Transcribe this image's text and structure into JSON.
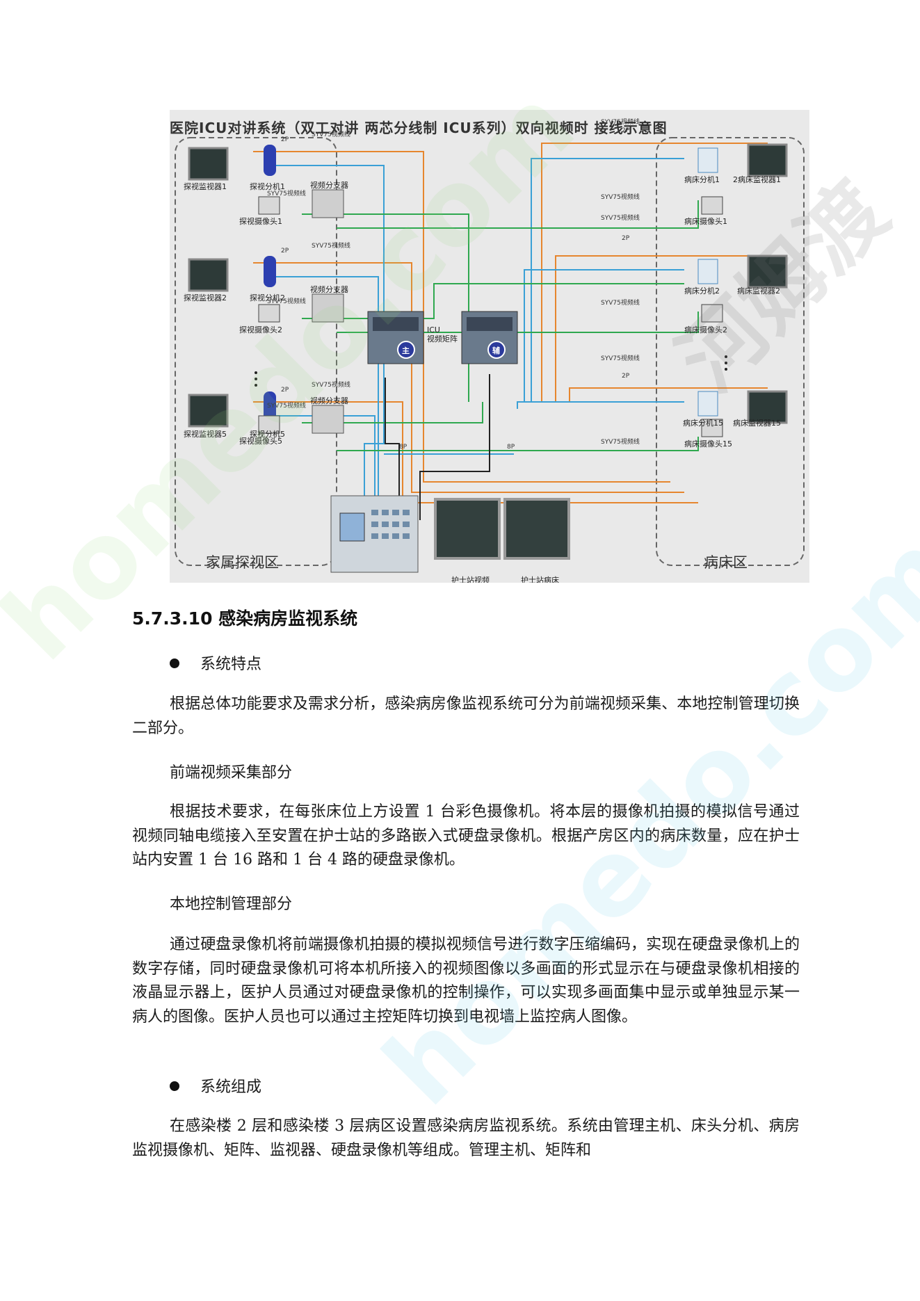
{
  "diagram": {
    "title": "医院ICU对讲系统（双工对讲  两芯分线制  ICU系列）双向视频时  接线示意图",
    "zone_left": "家属探视区",
    "zone_right": "病床区",
    "matrix_label": "ICU\n视频矩阵",
    "matrix_main": "主",
    "matrix_aux": "辅",
    "cable_video": "SYV75视频线",
    "cable_2p": "2P",
    "cable_8p": "8P",
    "splitter": "视频分支器",
    "left_devices": [
      {
        "monitor": "探视监视器1",
        "handset": "探视分机1",
        "camera": "探视摄像头1"
      },
      {
        "monitor": "探视监视器2",
        "handset": "探视分机2",
        "camera": "探视摄像头2"
      },
      {
        "monitor": "探视监视器5",
        "handset": "探视分机5",
        "camera": "探视摄像头5"
      }
    ],
    "right_devices": [
      {
        "handset": "病床分机1",
        "monitor": "2病床监视器1",
        "camera": "病床摄像头1"
      },
      {
        "handset": "病床分机2",
        "monitor": "病床监视器2",
        "camera": "病床摄像头2"
      },
      {
        "handset": "病床分机15",
        "monitor": "病床监视器15",
        "camera": "病床摄像头15"
      }
    ],
    "bottom_labels": [
      "护士站视频",
      "护士站病床"
    ]
  },
  "heading": "5.7.3.10 感染病房监视系统",
  "bullet1": "系统特点",
  "para1": "根据总体功能要求及需求分析，感染病房像监视系统可分为前端视频采集、本地控制管理切换二部分。",
  "sub1": "前端视频采集部分",
  "para2": "根据技术要求，在每张床位上方设置 1 台彩色摄像机。将本层的摄像机拍摄的模拟信号通过视频同轴电缆接入至安置在护士站的多路嵌入式硬盘录像机。根据产房区内的病床数量，应在护士站内安置 1 台 16 路和 1 台 4 路的硬盘录像机。",
  "sub2": "本地控制管理部分",
  "para3": "通过硬盘录像机将前端摄像机拍摄的模拟视频信号进行数字压缩编码，实现在硬盘录像机上的数字存储，同时硬盘录像机可将本机所接入的视频图像以多画面的形式显示在与硬盘录像机相接的液晶显示器上，医护人员通过对硬盘录像机的控制操作，可以实现多画面集中显示或单独显示某一病人的图像。医护人员也可以通过主控矩阵切换到电视墙上监控病人图像。",
  "bullet2": "系统组成",
  "para4": "在感染楼 2 层和感染楼 3 层病区设置感染病房监视系统。系统由管理主机、床头分机、病房监视摄像机、矩阵、监视器、硬盘录像机等组成。管理主机、矩阵和",
  "watermark": [
    "homedo.com",
    "河姆渡"
  ]
}
